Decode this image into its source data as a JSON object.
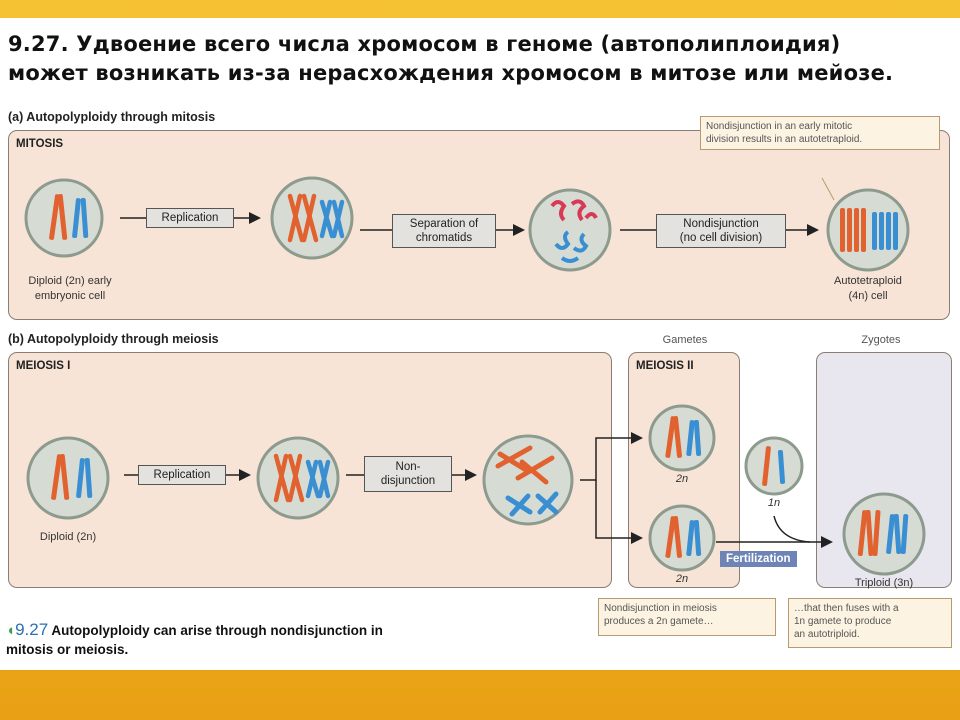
{
  "heading": {
    "line1": "9.27. Удвоение всего числа хромосом в геноме  (автополиплоидия)",
    "line2": "может возникать из-за нерасхождения хромосом в митозе или мейозе."
  },
  "part_a": {
    "label": "(a) Autopolyploidy through mitosis",
    "panel_title": "MITOSIS",
    "cell1_caption_1": "Diploid (2n) early",
    "cell1_caption_2": "embryonic cell",
    "step1": "Replication",
    "step2_1": "Separation of",
    "step2_2": "chromatids",
    "step3_1": "Nondisjunction",
    "step3_2": "(no cell division)",
    "result_caption_1": "Autotetraploid",
    "result_caption_2": "(4n) cell",
    "callout_1": "Nondisjunction in an early mitotic",
    "callout_2": "division results in an autotetraploid."
  },
  "part_b": {
    "label": "(b) Autopolyploidy through meiosis",
    "panel_title_1": "MEIOSIS I",
    "panel_title_2": "MEIOSIS II",
    "gametes_label": "Gametes",
    "zygotes_label": "Zygotes",
    "cell1_caption": "Diploid (2n)",
    "step1": "Replication",
    "step2_1": "Non-",
    "step2_2": "disjunction",
    "gamete_top": "2n",
    "gamete_bottom": "2n",
    "normal_gamete": "1n",
    "fertilization": "Fertilization",
    "zygote_caption": "Triploid (3n)",
    "callout_left_1": "Nondisjunction in meiosis",
    "callout_left_2": "produces a 2n gamete…",
    "callout_right_1": "…that then fuses with a",
    "callout_right_2": "1n gamete to produce",
    "callout_right_3": "an autotriploid."
  },
  "caption": {
    "number": "9.27",
    "text_1": "Autopolyploidy can arise through nondisjunction in",
    "text_2": "mitosis or meiosis."
  },
  "colors": {
    "maternal": "#e2622f",
    "paternal": "#3a8fd3",
    "replicated_red": "#d83a55",
    "panel": "#f8e4d6",
    "zygote_panel": "#e8e6ef",
    "cell_fill": "#d6dcd4"
  }
}
